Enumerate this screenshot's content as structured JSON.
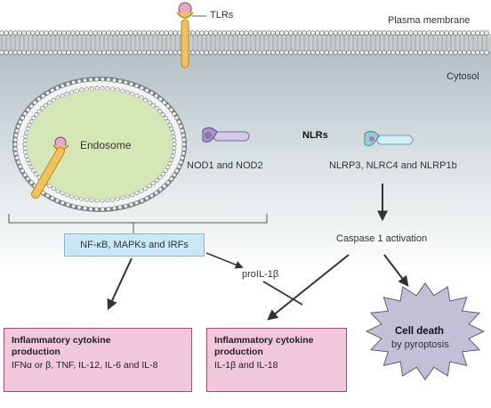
{
  "labels": {
    "tlrs": "TLRs",
    "plasma_membrane": "Plasma membrane",
    "cytosol": "Cytosol",
    "endosome": "Endosome",
    "nlrs": "NLRs",
    "nod": "NOD1 and NOD2",
    "nlrp": "NLRP3, NLRC4 and NLRP1b",
    "nfkb": "NF-κB, MAPKs and IRFs",
    "caspase": "Caspase 1 activation",
    "proil": "proIL-1β"
  },
  "outputs": {
    "left": {
      "title_1": "Inflammatory cytokine",
      "title_2": "production",
      "sub": "IFNα or β, TNF, IL-12, IL-6 and IL-8"
    },
    "middle": {
      "title_1": "Inflammatory cytokine",
      "title_2": "production",
      "sub": "IL-1β and IL-18"
    },
    "death": {
      "title": "Cell death",
      "sub": "by pyroptosis"
    }
  },
  "colors": {
    "cytosol_top": "#b4c1c6",
    "cytosol_bottom": "#ffffff",
    "endosome_fill": "#d6e7b6",
    "receptor_yellow": "#f0c258",
    "receptor_pink": "#e8a8c6",
    "nod_purple": "#a996c8",
    "nlrp_teal": "#8ecfd8",
    "output_box": "#f0c7db",
    "death_star": "#c4bfd6"
  }
}
